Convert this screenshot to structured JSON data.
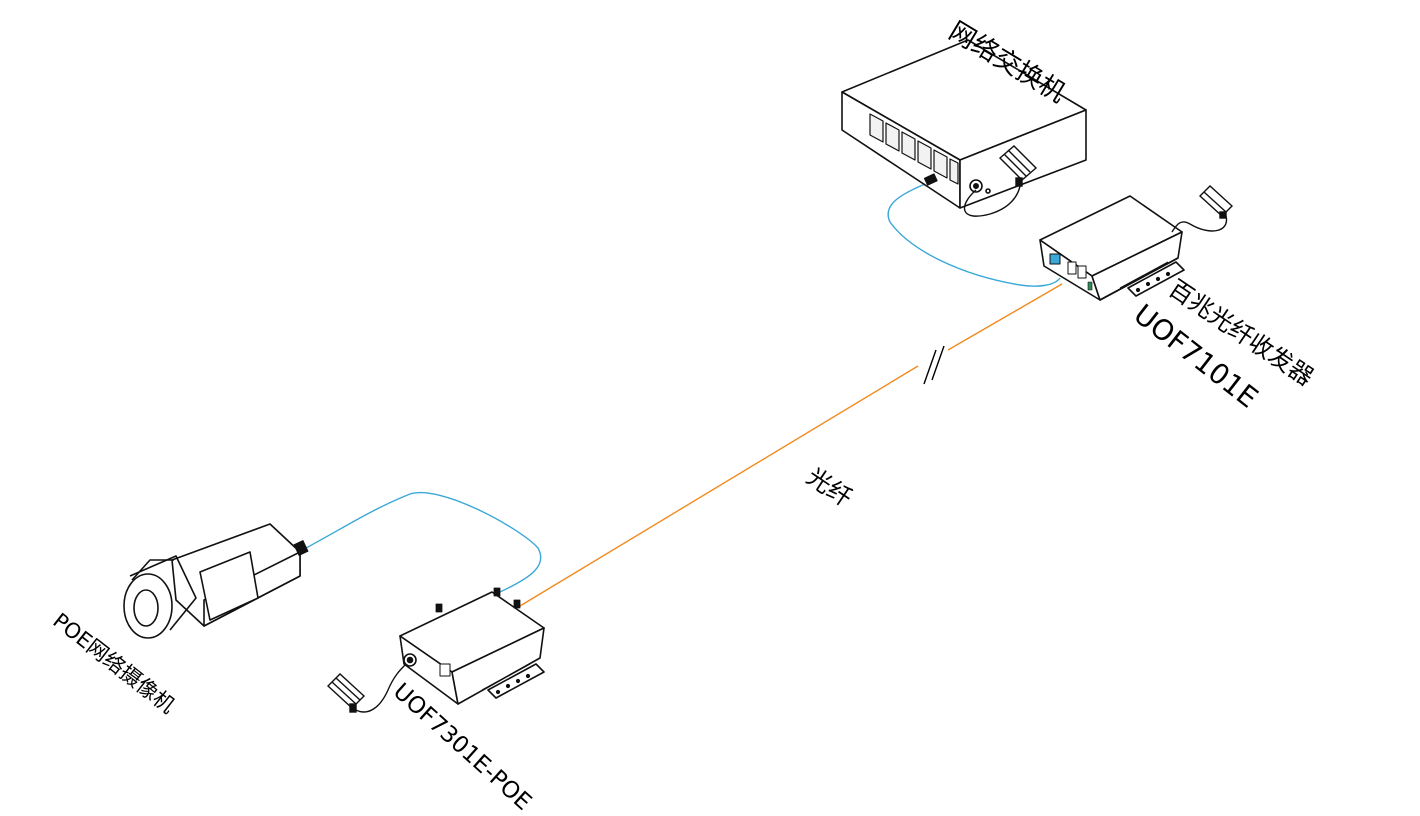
{
  "labels": {
    "switch": "网络交换机",
    "converter_top_cn": "百兆光纤收发器",
    "converter_top_model": "UOF7101E",
    "fiber": "光纤",
    "camera": "POE网络摄像机",
    "converter_bottom_model": "UOF7301E-POE"
  },
  "colors": {
    "ethernet_cable": "#3aa8d8",
    "fiber_cable": "#f28a1e",
    "line_art": "#111111"
  }
}
